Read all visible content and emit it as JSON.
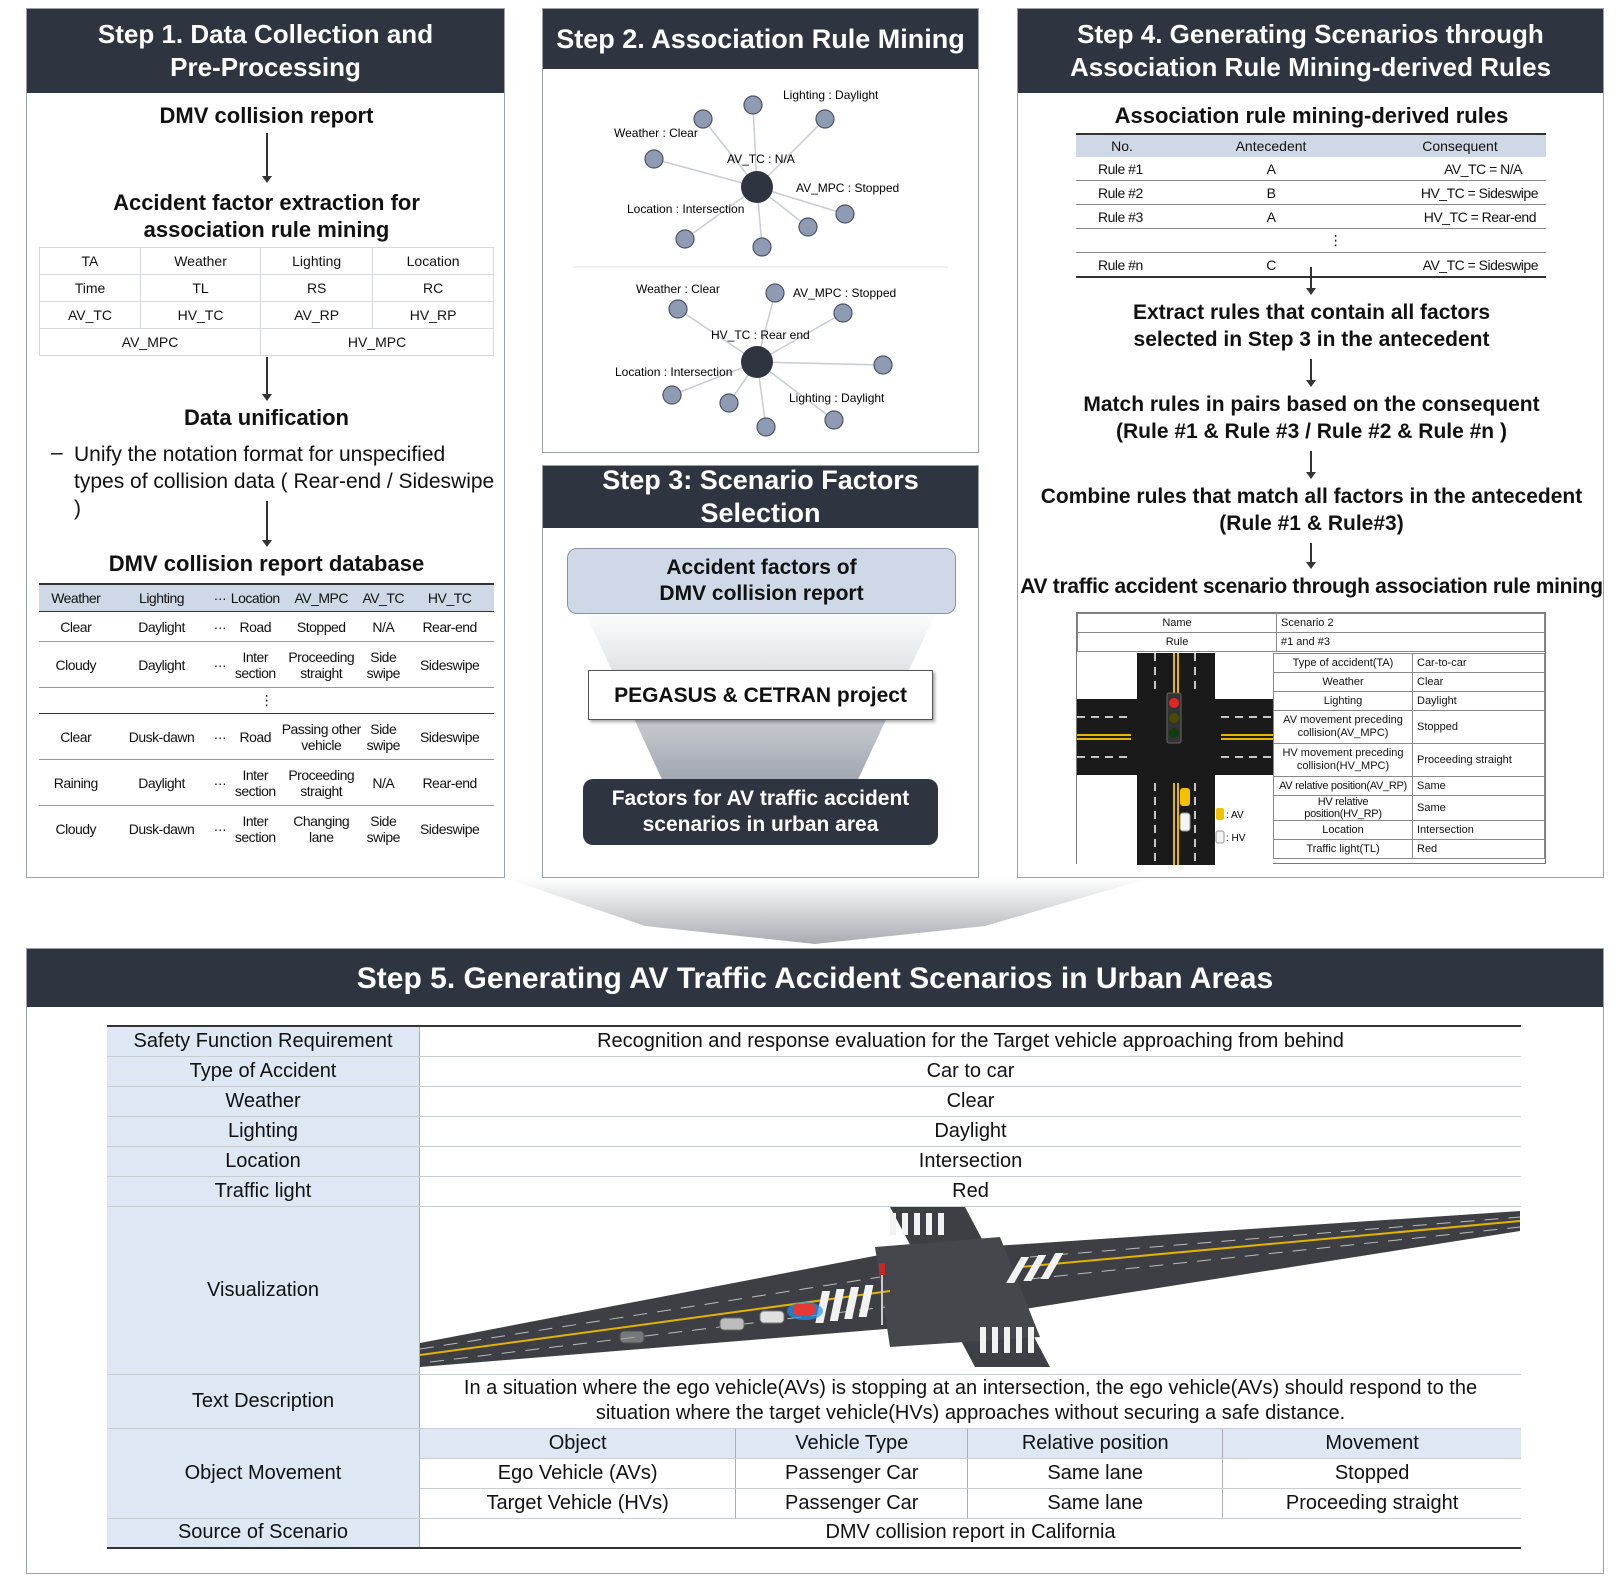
{
  "step1": {
    "title_l1": "Step 1. Data Collection and",
    "title_l2": "Pre-Processing",
    "report": "DMV collision report",
    "extract_l1": "Accident factor extraction for",
    "extract_l2": "association rule mining",
    "factors": [
      [
        "TA",
        "Weather",
        "Lighting",
        "Location"
      ],
      [
        "Time",
        "TL",
        "RS",
        "RC"
      ],
      [
        "AV_TC",
        "HV_TC",
        "AV_RP",
        "HV_RP"
      ]
    ],
    "factors_last": [
      "AV_MPC",
      "HV_MPC"
    ],
    "unification": "Data unification",
    "unif_dash": "–",
    "unif_l1": "Unify the notation format for unspecified",
    "unif_l2": "types of collision data ( Rear-end / Sideswipe )",
    "database": "DMV collision report database",
    "db_headers": [
      "Weather",
      "Lighting",
      "···",
      "Location",
      "AV_MPC",
      "AV_TC",
      "HV_TC"
    ],
    "db_rows": [
      [
        "Clear",
        "Daylight",
        "···",
        "Road",
        "Stopped",
        "N/A",
        "Rear-end"
      ],
      [
        "Cloudy",
        "Daylight",
        "···",
        "Inter section",
        "Proceeding straight",
        "Side swipe",
        "Sideswipe"
      ],
      [
        "Clear",
        "Dusk-dawn",
        "···",
        "Road",
        "Passing other vehicle",
        "Side swipe",
        "Sideswipe"
      ],
      [
        "Raining",
        "Daylight",
        "···",
        "Inter section",
        "Proceeding straight",
        "N/A",
        "Rear-end"
      ],
      [
        "Cloudy",
        "Dusk-dawn",
        "···",
        "Inter section",
        "Changing lane",
        "Side swipe",
        "Sideswipe"
      ]
    ],
    "db_ellipsis": "⋮"
  },
  "step2": {
    "title": "Step 2. Association Rule Mining",
    "net1": {
      "center": "AV_TC : N/A",
      "labels": [
        "Lighting : Daylight",
        "Weather : Clear",
        "AV_MPC : Stopped",
        "Location : Intersection"
      ]
    },
    "net2": {
      "center": "HV_TC : Rear end",
      "labels": [
        "Weather : Clear",
        "AV_MPC : Stopped",
        "Location : Intersection",
        "Lighting : Daylight"
      ]
    }
  },
  "step3": {
    "title": "Step 3: Scenario Factors Selection",
    "box1_l1": "Accident factors of",
    "box1_l2": "DMV collision report",
    "box2": "PEGASUS & CETRAN project",
    "box3_l1": "Factors for AV traffic accident",
    "box3_l2": "scenarios in urban area"
  },
  "step4": {
    "title_l1": "Step 4. Generating Scenarios through",
    "title_l2": "Association Rule Mining-derived Rules",
    "rules_title": "Association rule mining-derived rules",
    "rules_headers": [
      "No.",
      "Antecedent",
      "Consequent"
    ],
    "rules": [
      [
        "Rule #1",
        "A",
        "AV_TC = N/A"
      ],
      [
        "Rule #2",
        "B",
        "HV_TC = Sideswipe"
      ],
      [
        "Rule #3",
        "A",
        "HV_TC = Rear-end"
      ]
    ],
    "rules_ellipsis": "⋮",
    "rule_n": [
      "Rule #n",
      "C",
      "AV_TC = Sideswipe"
    ],
    "extract_l1": "Extract rules that contain all factors",
    "extract_l2": "selected in Step 3 in the antecedent",
    "match_l1": "Match rules in pairs based on the consequent",
    "match_l2": "(Rule #1 & Rule #3 / Rule #2 & Rule #n )",
    "combine_l1": "Combine rules that match all factors in the antecedent",
    "combine_l2": "(Rule #1 & Rule#3)",
    "scenario_title": "AV traffic accident scenario through association rule mining",
    "scn_top": [
      [
        "Name",
        "Scenario 2"
      ],
      [
        "Rule",
        "#1 and #3"
      ]
    ],
    "scn_rows": [
      [
        "Type of accident(TA)",
        "Car-to-car"
      ],
      [
        "Weather",
        "Clear"
      ],
      [
        "Lighting",
        "Daylight"
      ],
      [
        "AV movement preceding collision(AV_MPC)",
        "Stopped"
      ],
      [
        "HV movement preceding collision(HV_MPC)",
        "Proceeding straight"
      ],
      [
        "AV relative position(AV_RP)",
        "Same"
      ],
      [
        "HV relative position(HV_RP)",
        "Same"
      ],
      [
        "Location",
        "Intersection"
      ],
      [
        "Traffic light(TL)",
        "Red"
      ]
    ],
    "legend_av": ": AV",
    "legend_hv": ": HV"
  },
  "step5": {
    "title": "Step 5. Generating AV Traffic Accident Scenarios in Urban Areas",
    "rows": [
      [
        "Safety Function Requirement",
        "Recognition and response evaluation for the Target vehicle approaching from behind"
      ],
      [
        "Type of Accident",
        "Car to car"
      ],
      [
        "Weather",
        "Clear"
      ],
      [
        "Lighting",
        "Daylight"
      ],
      [
        "Location",
        "Intersection"
      ],
      [
        "Traffic light",
        "Red"
      ]
    ],
    "visualization": "Visualization",
    "text_label": "Text Description",
    "text_l1": "In a situation where the ego vehicle(AVs) is stopping at an intersection, the ego vehicle(AVs) should respond to the",
    "text_l2": "situation where the target vehicle(HVs) approaches without securing a safe distance.",
    "movement_label": "Object Movement",
    "movement_headers": [
      "Object",
      "Vehicle Type",
      "Relative position",
      "Movement"
    ],
    "movement_rows": [
      [
        "Ego Vehicle (AVs)",
        "Passenger Car",
        "Same lane",
        "Stopped"
      ],
      [
        "Target Vehicle (HVs)",
        "Passenger Car",
        "Same lane",
        "Proceeding straight"
      ]
    ],
    "source_label": "Source of Scenario",
    "source": "DMV collision report in California"
  },
  "colors": {
    "header": "#2e3440",
    "label_bg": "#dde8f4",
    "node": "#8f9bb3",
    "hub": "#2e3440"
  }
}
